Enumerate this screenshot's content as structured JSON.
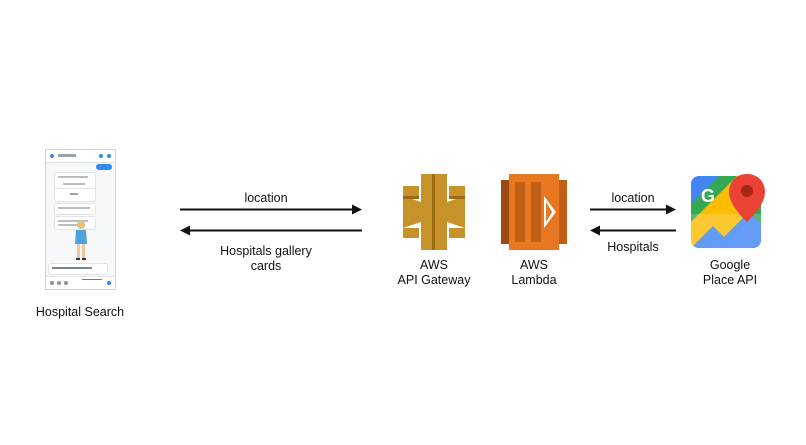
{
  "nodes": {
    "hospital_search": {
      "label": "Hospital Search"
    },
    "api_gateway": {
      "label_line1": "AWS",
      "label_line2": "API Gateway"
    },
    "lambda": {
      "label_line1": "AWS",
      "label_line2": "Lambda"
    },
    "google_places": {
      "label_line1": "Google",
      "label_line2": "Place API"
    }
  },
  "edges": {
    "left_request": {
      "label": "location"
    },
    "left_response": {
      "label_line1": "Hospitals gallery",
      "label_line2": "cards"
    },
    "right_request": {
      "label": "location"
    },
    "right_response": {
      "label": "Hospitals"
    }
  },
  "colors": {
    "gateway": "#c8922b",
    "lambda": "#e87722",
    "arrow": "#111111",
    "maps_green": "#34a853",
    "maps_yellow": "#fbbc04",
    "maps_blue": "#4285f4",
    "maps_red": "#ea4335"
  },
  "icons": {
    "phone": "phone-screenshot-icon",
    "gateway": "aws-api-gateway-icon",
    "lambda": "aws-lambda-icon",
    "maps": "google-maps-icon"
  }
}
